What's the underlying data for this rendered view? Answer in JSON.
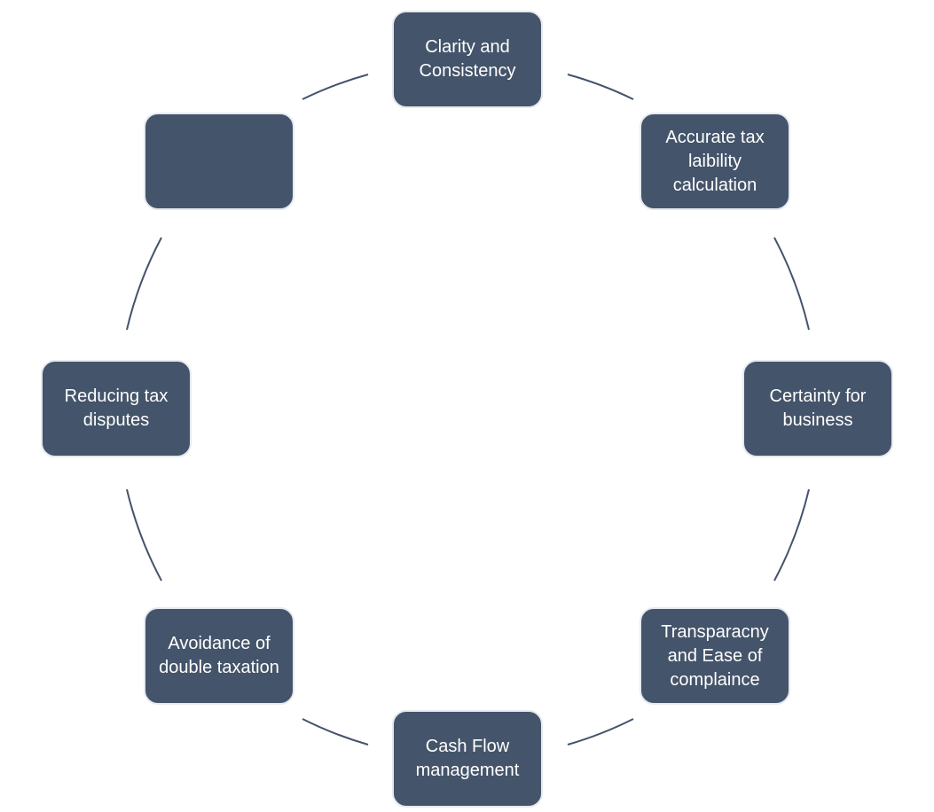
{
  "diagram": {
    "type": "cycle",
    "nodes": [
      {
        "label": "Clarity and Consistency"
      },
      {
        "label": "Accurate tax laibility calculation"
      },
      {
        "label": "Certainty for business"
      },
      {
        "label": "Transparacny and Ease of complaince"
      },
      {
        "label": "Cash Flow management"
      },
      {
        "label": "Avoidance of double taxation"
      },
      {
        "label": "Reducing tax disputes"
      },
      {
        "label": ""
      }
    ],
    "colors": {
      "node_fill": "#44546a",
      "node_text": "#ffffff",
      "connector": "#44546a",
      "node_border": "#e6e9ef"
    }
  }
}
